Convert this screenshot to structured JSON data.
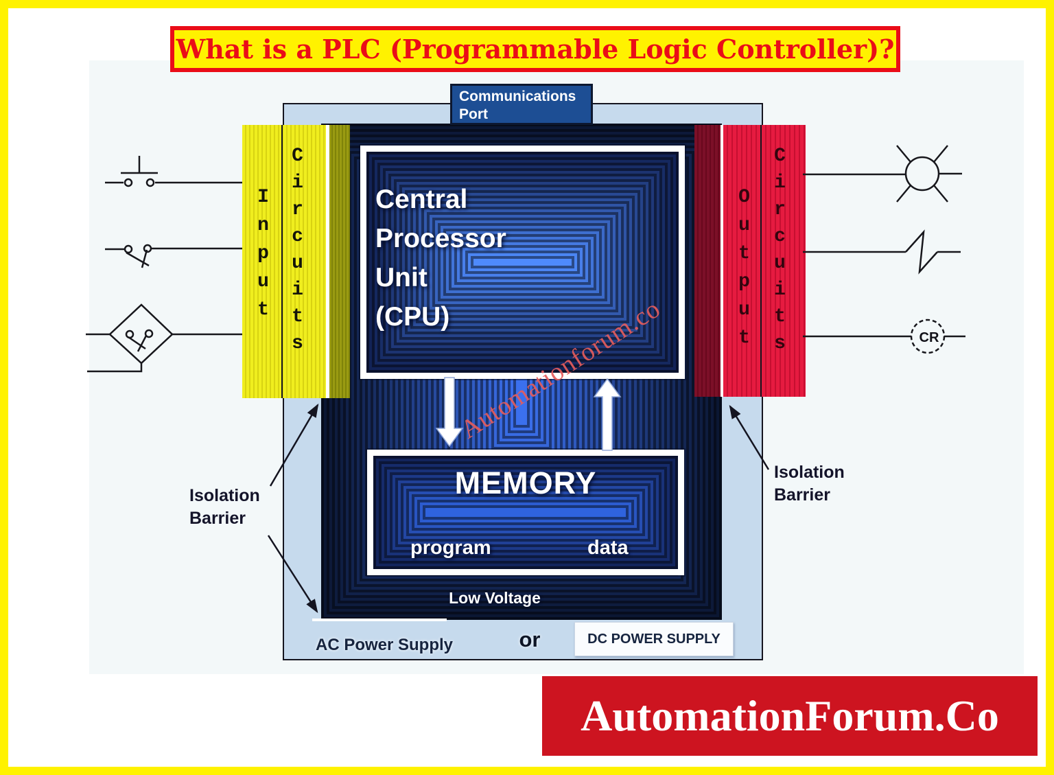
{
  "title": "What is a PLC (Programmable Logic Controller)?",
  "watermark": "Automationforum.co",
  "logo": "AutomationForum.Co",
  "diagram": {
    "comm_port": "Communications Port",
    "cpu_lines": [
      "Central",
      "Processor",
      "Unit",
      "(CPU)"
    ],
    "memory": {
      "title": "MEMORY",
      "program": "program",
      "data": "data"
    },
    "low_voltage": "Low Voltage",
    "power": {
      "ac": "AC Power Supply",
      "or": "or",
      "dc": "DC POWER SUPPLY"
    },
    "input_band": {
      "word1": "Input",
      "word2": "Circuits"
    },
    "output_band": {
      "word1": "Output",
      "word2": "Circuits"
    },
    "isolation_left": {
      "line1": "Isolation",
      "line2": "Barrier"
    },
    "isolation_right": {
      "line1": "Isolation",
      "line2": "Barrier"
    },
    "relay_label": "CR"
  },
  "colors": {
    "border_yellow": "#fff200",
    "title_red": "#ea0d18",
    "input_band_yellow": "#f0ee1e",
    "output_band_red": "#e61b40",
    "housing_frame_blue": "#c6daed",
    "body_navy": "#0b1636",
    "cpu_center_blue": "#4e8afc",
    "comm_port_blue": "#1d4e94",
    "logo_red": "#cd1420"
  }
}
